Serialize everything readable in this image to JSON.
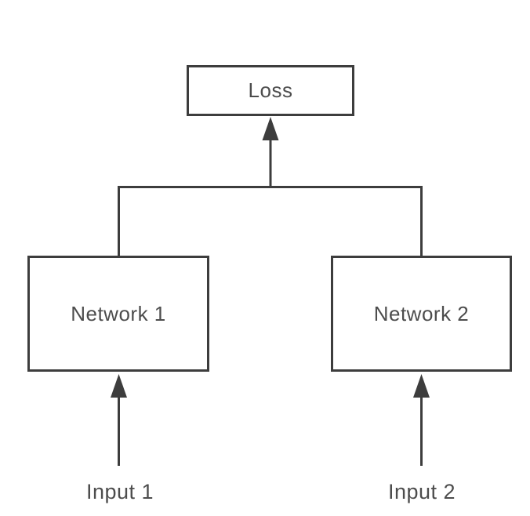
{
  "diagram": {
    "nodes": {
      "loss": {
        "label": "Loss"
      },
      "network1": {
        "label": "Network 1"
      },
      "network2": {
        "label": "Network 2"
      }
    },
    "inputs": [
      {
        "label": "Input 1"
      },
      {
        "label": "Input 2"
      }
    ],
    "edges": [
      {
        "from": "network1",
        "to": "loss",
        "style": "arrow-up-via-bracket"
      },
      {
        "from": "network2",
        "to": "loss",
        "style": "arrow-up-via-bracket"
      },
      {
        "from": "input1",
        "to": "network1",
        "style": "arrow-up"
      },
      {
        "from": "input2",
        "to": "network2",
        "style": "arrow-up"
      }
    ],
    "colors": {
      "line": "#3d3d3d",
      "text": "#4d4d4d",
      "background": "#ffffff"
    }
  }
}
